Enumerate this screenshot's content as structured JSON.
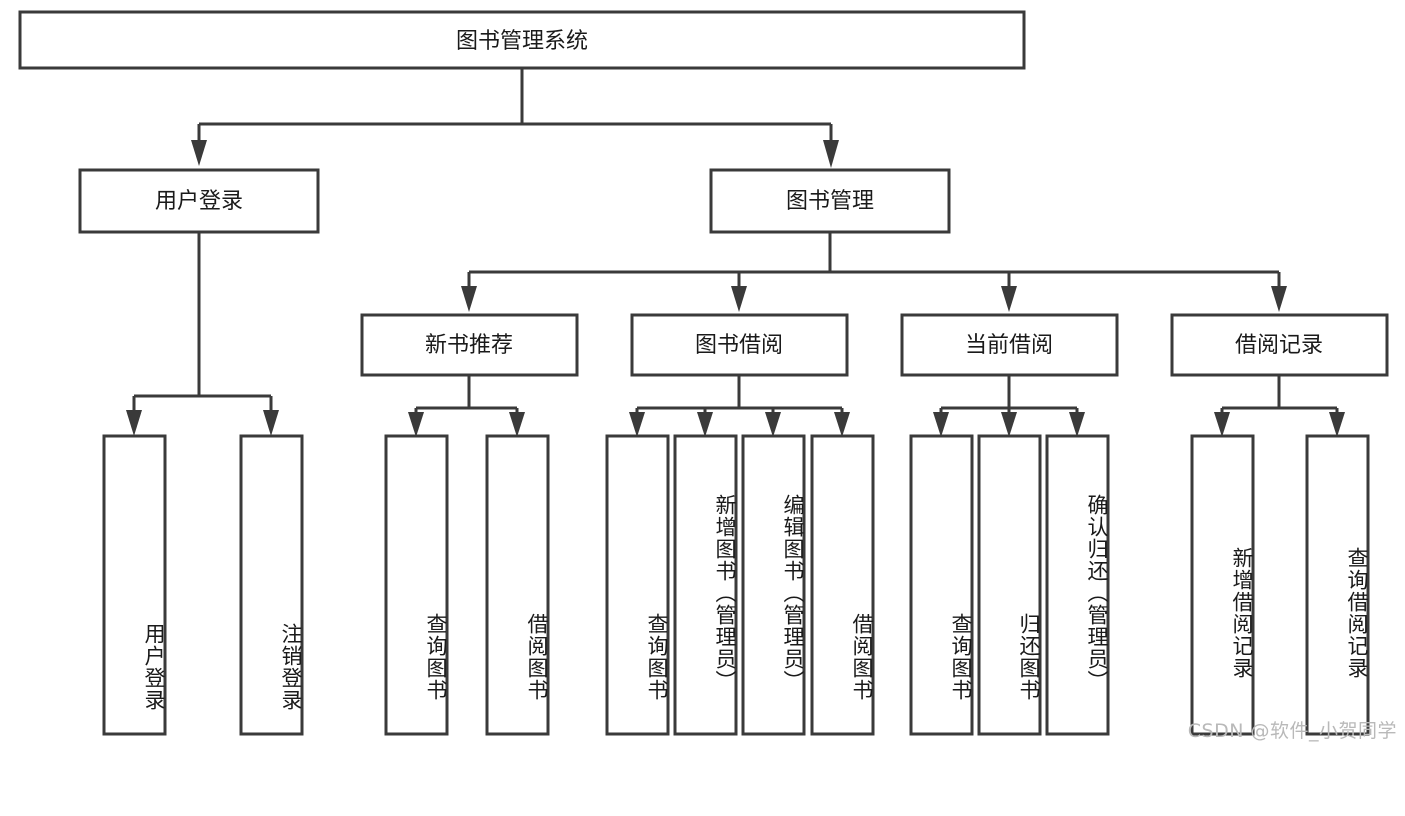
{
  "diagram": {
    "type": "tree",
    "title": "图书管理系统",
    "orientation": "top-down",
    "colors": {
      "box_stroke": "#3a3a3a",
      "box_fill": "#ffffff",
      "connector": "#3a3a3a",
      "text": "#1a1a1a",
      "background": "#ffffff",
      "watermark": "#b9b9b9"
    },
    "root": {
      "label": "图书管理系统"
    },
    "level2": [
      {
        "label": "用户登录"
      },
      {
        "label": "图书管理"
      }
    ],
    "level3": [
      {
        "label": "新书推荐"
      },
      {
        "label": "图书借阅"
      },
      {
        "label": "当前借阅"
      },
      {
        "label": "借阅记录"
      }
    ],
    "leaves": {
      "user_login": [
        {
          "label": "用户登录"
        },
        {
          "label": "注销登录"
        }
      ],
      "new_book_recommend": [
        {
          "label": "查询图书"
        },
        {
          "label": "借阅图书"
        }
      ],
      "book_borrow": [
        {
          "label": "查询图书"
        },
        {
          "label": "新增图书（管理员）"
        },
        {
          "label": "编辑图书（管理员）"
        },
        {
          "label": "借阅图书"
        }
      ],
      "current_borrow": [
        {
          "label": "查询图书"
        },
        {
          "label": "归还图书"
        },
        {
          "label": "确认归还（管理员）"
        }
      ],
      "borrow_record": [
        {
          "label": "新增借阅记录"
        },
        {
          "label": "查询借阅记录"
        }
      ]
    }
  },
  "watermark": {
    "text": "CSDN @软件_小贺同学"
  }
}
